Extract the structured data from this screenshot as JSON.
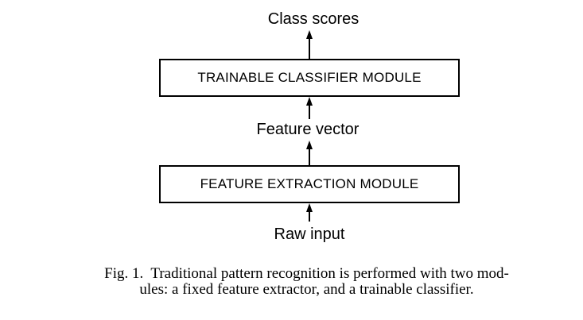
{
  "figure": {
    "output_label": "Class scores",
    "modules": [
      {
        "label": "TRAINABLE CLASSIFIER MODULE"
      },
      {
        "label": "FEATURE EXTRACTION MODULE"
      }
    ],
    "intermediate_label": "Feature vector",
    "input_label": "Raw input"
  },
  "caption": {
    "lines": [
      "Fig. 1.  Traditional pattern recognition is performed with two mod-",
      "ules: a fixed feature extractor, and a trainable classifier."
    ]
  },
  "colors": {
    "ink": "#000000",
    "background": "#ffffff"
  }
}
